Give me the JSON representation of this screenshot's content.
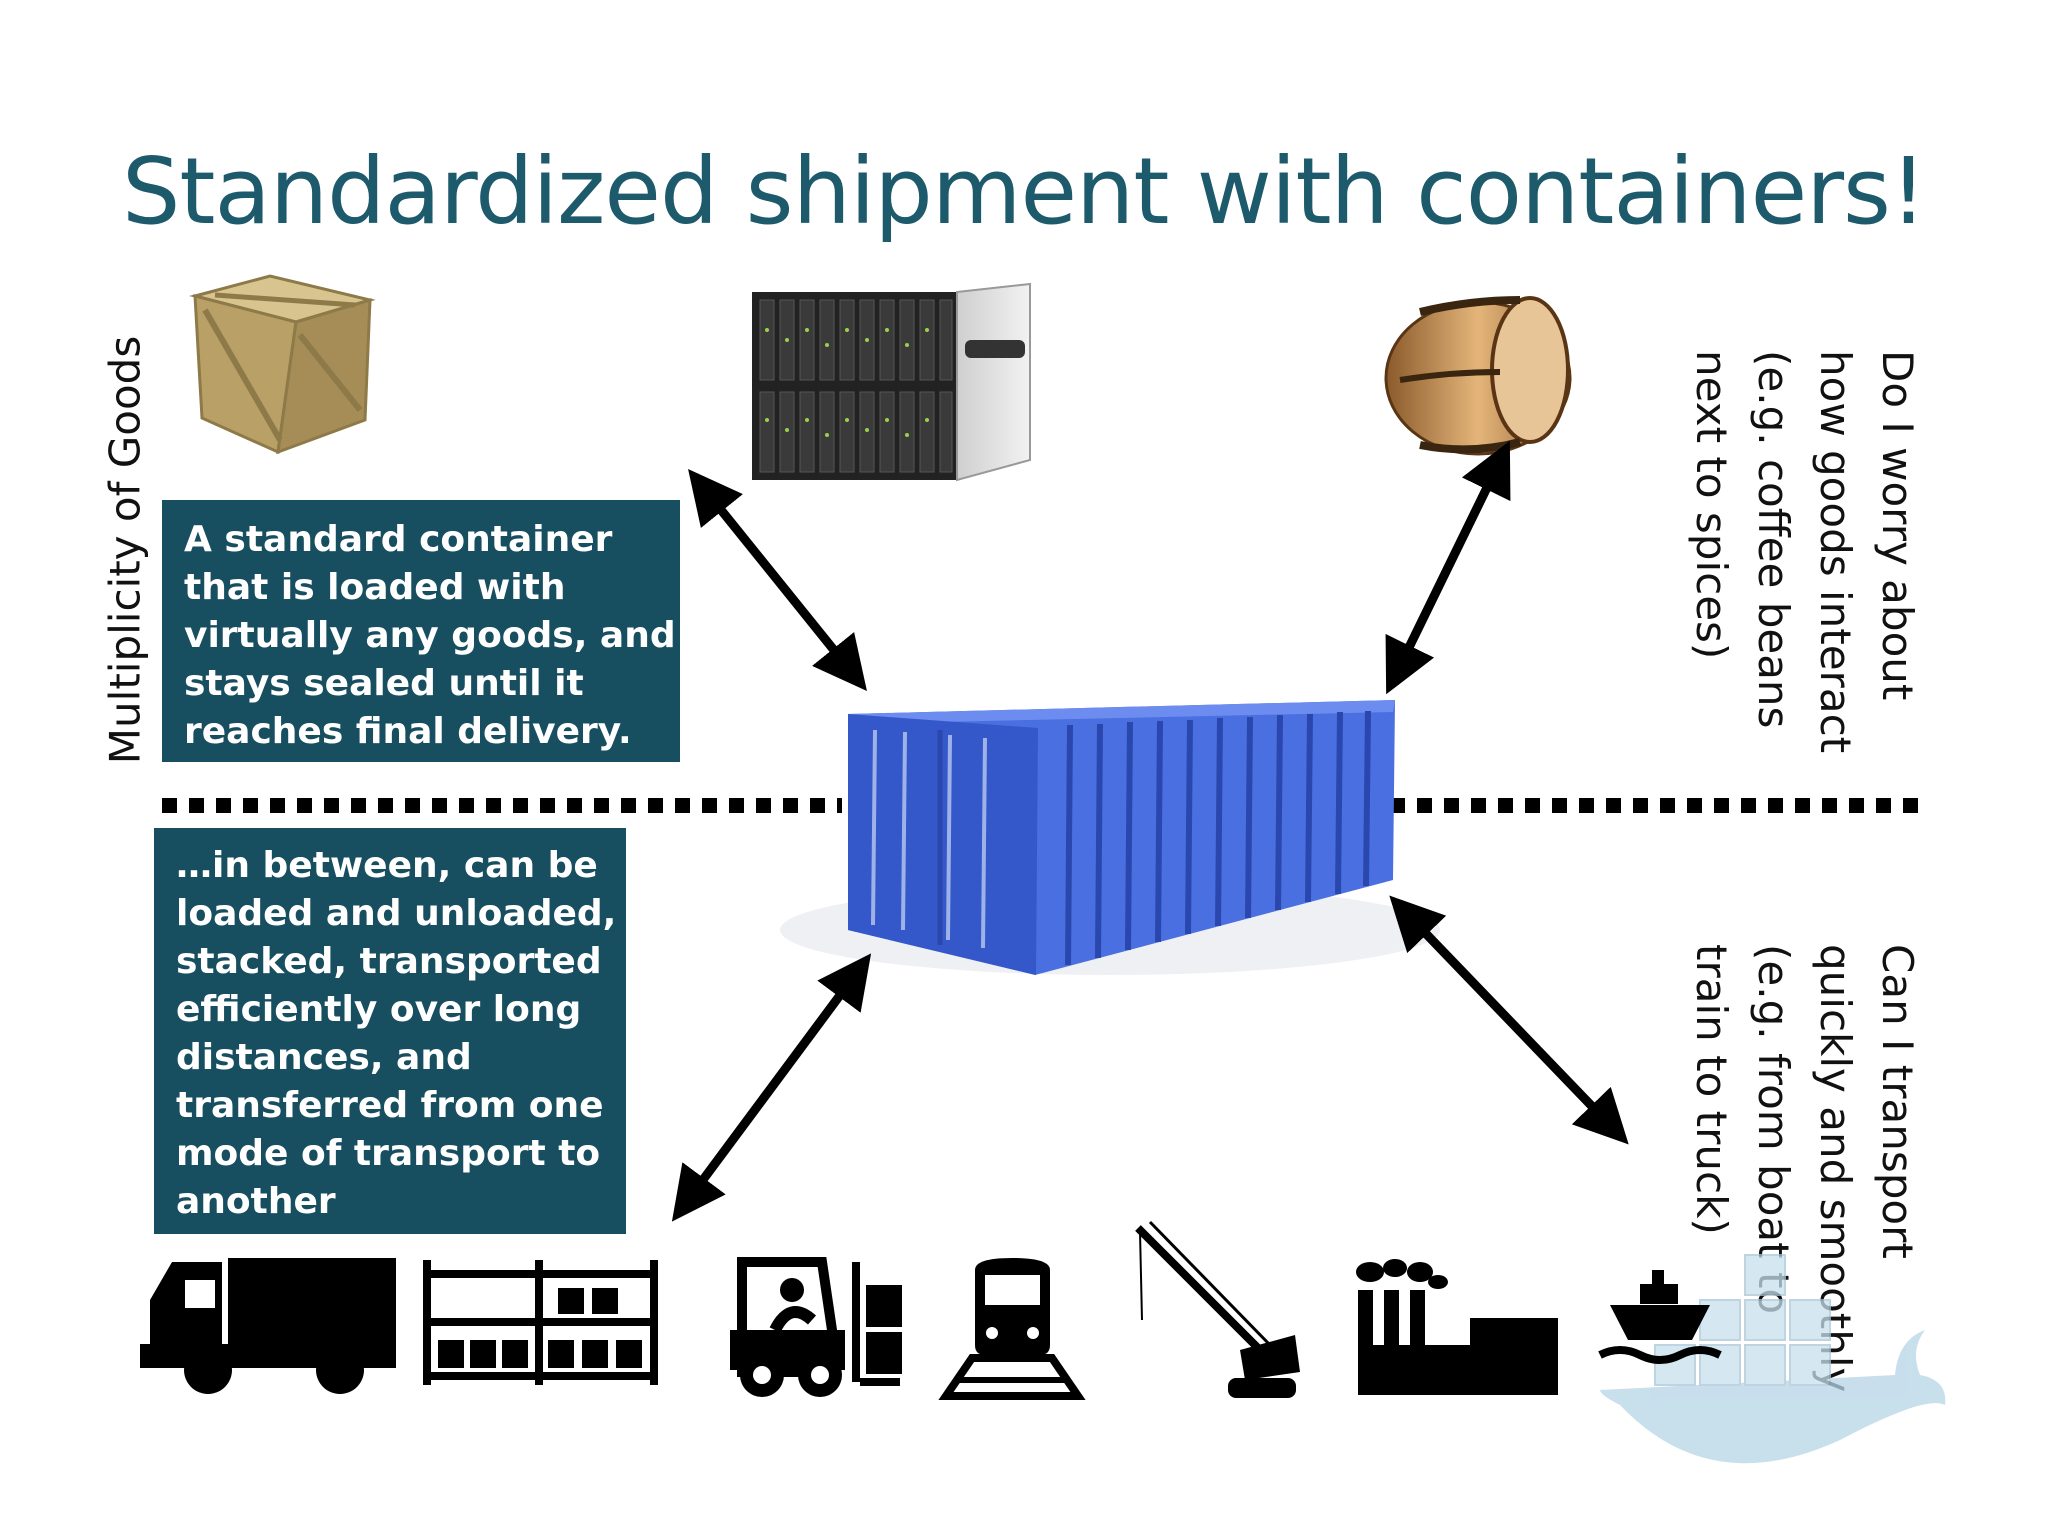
{
  "slide": {
    "title": "Standardized shipment with containers!",
    "left_vertical_label": "Multiplicity of Goods",
    "top_right_question": [
      "Do I worry about",
      "how goods interact",
      "(e.g. coffee beans",
      "next to spices)"
    ],
    "bottom_right_question": [
      "Can I transport",
      "quickly and smoothly",
      "(e.g. from boat to",
      "train to truck)"
    ],
    "top_box_lines": [
      "A standard container",
      "that is loaded with",
      "virtually any goods, and",
      "stays sealed until it",
      "reaches final delivery."
    ],
    "bottom_box_lines": [
      "…in between, can be",
      "loaded and unloaded,",
      "stacked, transported",
      "efficiently over long",
      "distances, and",
      "transferred from one",
      "mode of transport to",
      "another"
    ]
  },
  "goods_icons": [
    "crate-icon",
    "server-rack-icon",
    "barrel-icon"
  ],
  "transport_icons": [
    "truck-icon",
    "warehouse-shelf-icon",
    "forklift-icon",
    "train-icon",
    "crane-icon",
    "factory-icon",
    "ship-icon"
  ],
  "colors": {
    "title": "#1d5a6c",
    "box": "#174e60",
    "container": "#3d64d8",
    "whale": "#bcd7e6"
  }
}
